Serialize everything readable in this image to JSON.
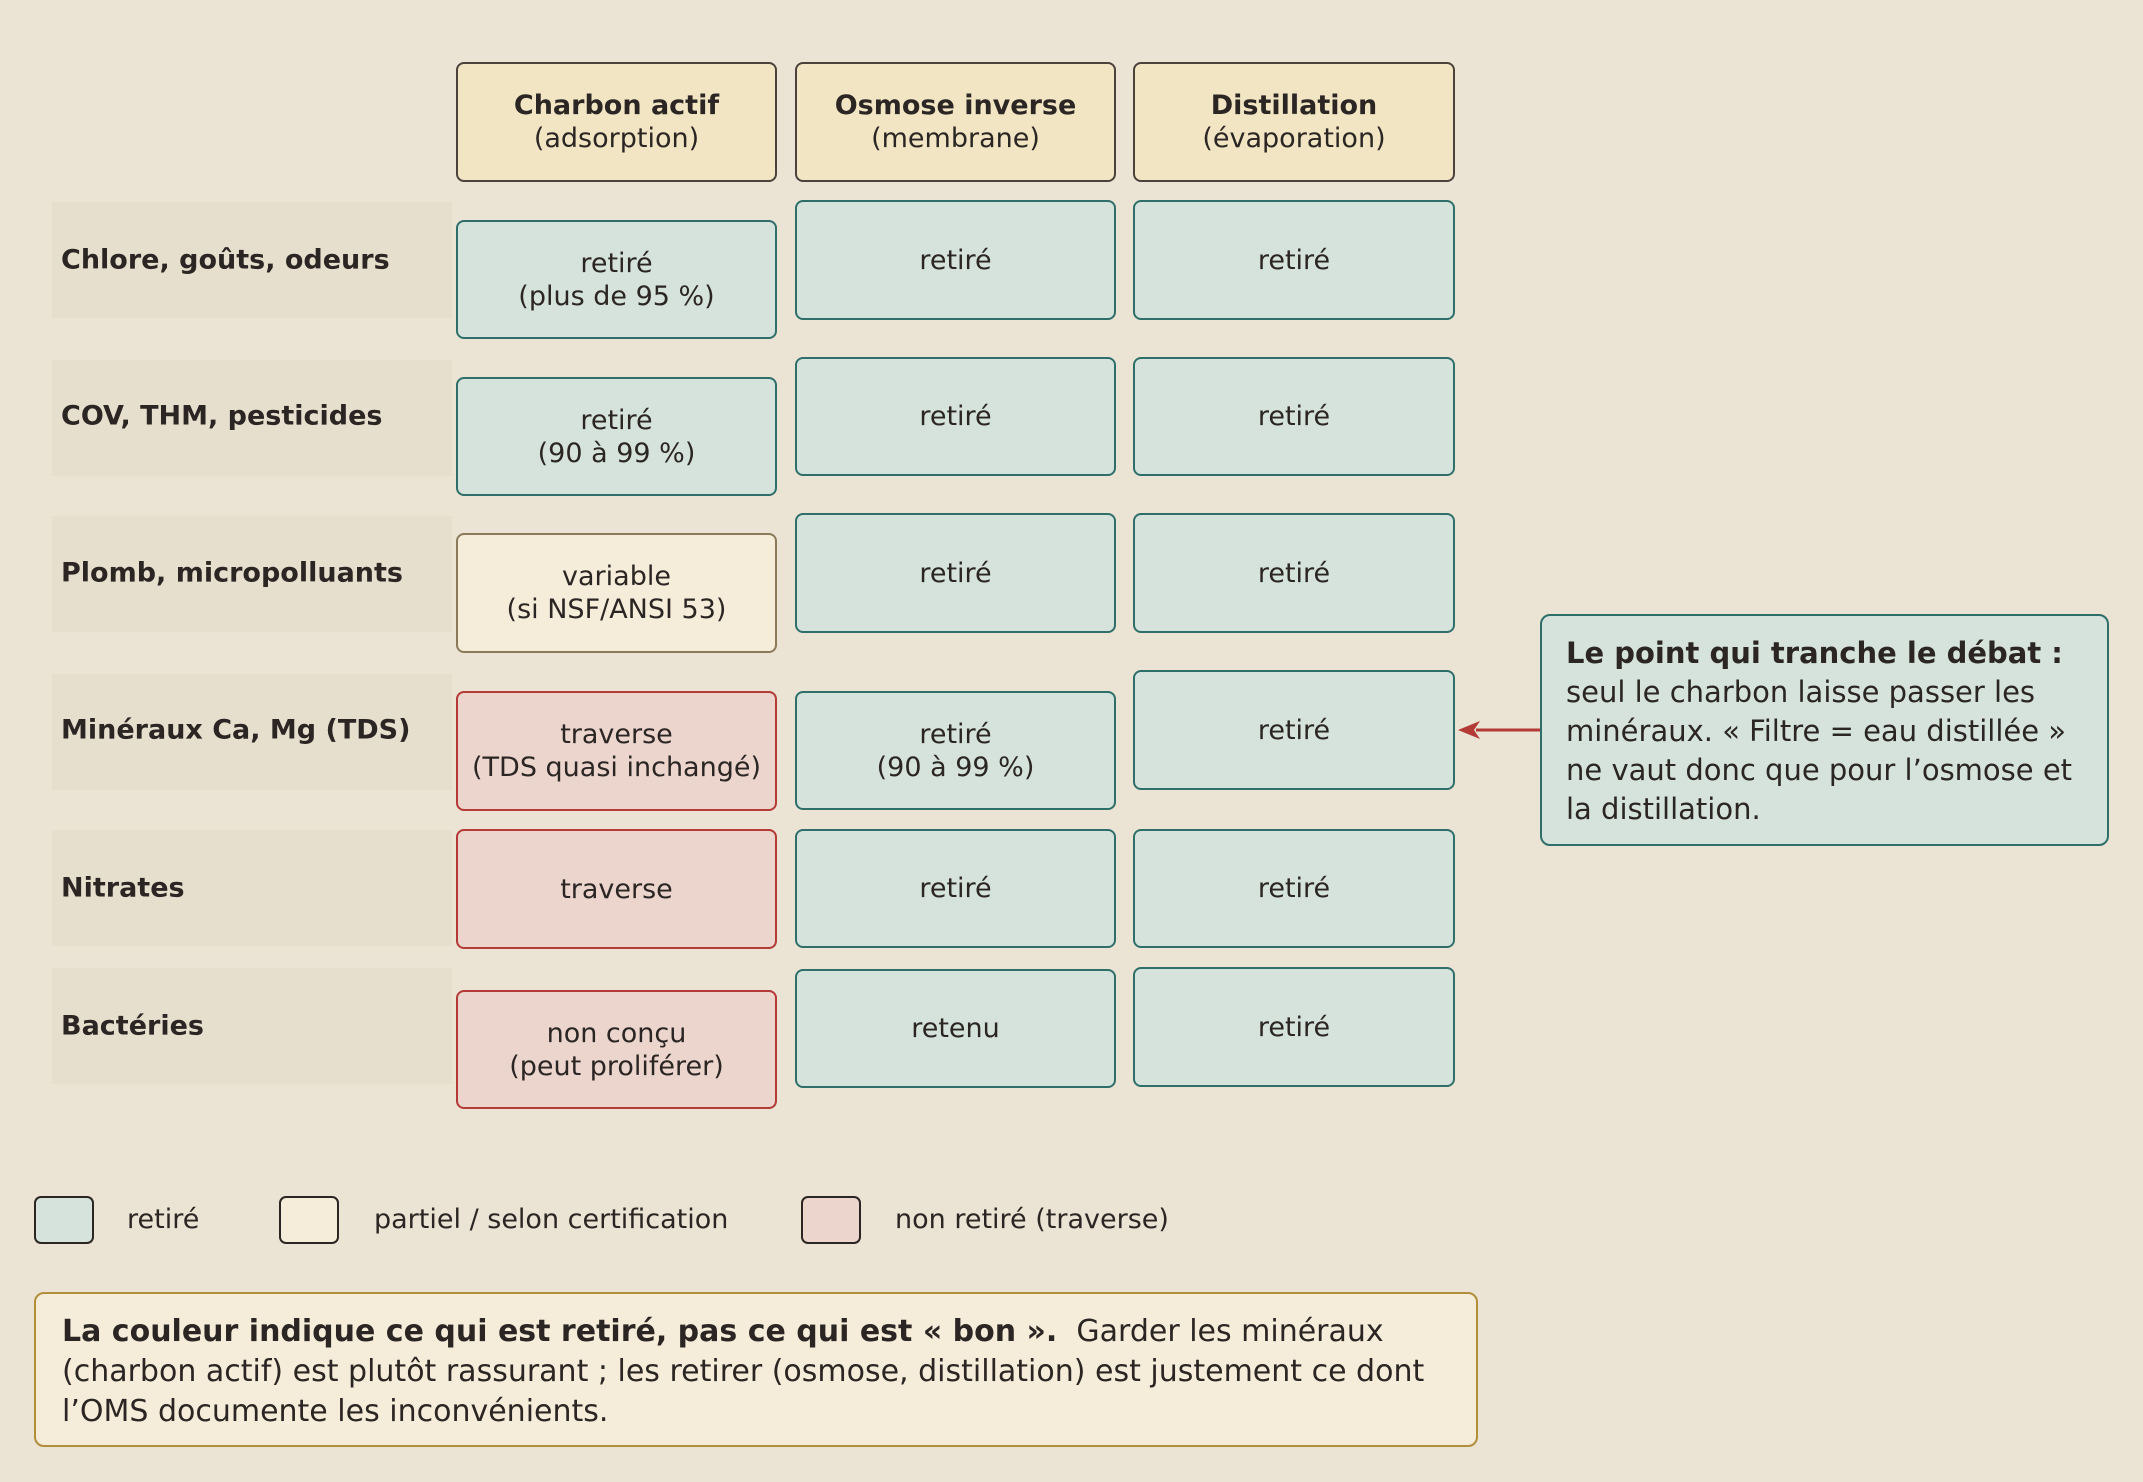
{
  "columns": [
    {
      "name": "Charbon actif",
      "sub": "(adsorption)"
    },
    {
      "name": "Osmose inverse",
      "sub": "(membrane)"
    },
    {
      "name": "Distillation",
      "sub": "(évaporation)"
    }
  ],
  "rows": [
    {
      "label": "Chlore, goûts, odeurs",
      "cells": [
        {
          "status": "removed",
          "line1": "retiré",
          "line2": "(plus de 95 %)"
        },
        {
          "status": "removed",
          "line1": "retiré",
          "line2": ""
        },
        {
          "status": "removed",
          "line1": "retiré",
          "line2": ""
        }
      ]
    },
    {
      "label": "COV, THM, pesticides",
      "cells": [
        {
          "status": "removed",
          "line1": "retiré",
          "line2": "(90 à 99 %)"
        },
        {
          "status": "removed",
          "line1": "retiré",
          "line2": ""
        },
        {
          "status": "removed",
          "line1": "retiré",
          "line2": ""
        }
      ]
    },
    {
      "label": "Plomb, micropolluants",
      "cells": [
        {
          "status": "partial",
          "line1": "variable",
          "line2": "(si NSF/ANSI 53)"
        },
        {
          "status": "removed",
          "line1": "retiré",
          "line2": ""
        },
        {
          "status": "removed",
          "line1": "retiré",
          "line2": ""
        }
      ]
    },
    {
      "label": "Minéraux Ca, Mg (TDS)",
      "cells": [
        {
          "status": "not-removed",
          "line1": "traverse",
          "line2": "(TDS quasi inchangé)"
        },
        {
          "status": "removed",
          "line1": "retiré",
          "line2": "(90 à 99 %)"
        },
        {
          "status": "removed",
          "line1": "retiré",
          "line2": ""
        }
      ]
    },
    {
      "label": "Nitrates",
      "cells": [
        {
          "status": "not-removed",
          "line1": "traverse",
          "line2": ""
        },
        {
          "status": "removed",
          "line1": "retiré",
          "line2": ""
        },
        {
          "status": "removed",
          "line1": "retiré",
          "line2": ""
        }
      ]
    },
    {
      "label": "Bactéries",
      "cells": [
        {
          "status": "not-removed",
          "line1": "non conçu",
          "line2": "(peut proliférer)"
        },
        {
          "status": "removed",
          "line1": "retenu",
          "line2": ""
        },
        {
          "status": "removed",
          "line1": "retiré",
          "line2": ""
        }
      ]
    }
  ],
  "callout": {
    "lead": "Le point qui tranche le débat :",
    "body": "seul le charbon laisse passer les minéraux. « Filtre = eau distillée » ne vaut donc que pour l’osmose et la distillation."
  },
  "legend": [
    {
      "status": "removed",
      "label": "retiré"
    },
    {
      "status": "partial",
      "label": "partiel / selon certification"
    },
    {
      "status": "not-removed",
      "label": "non retiré (traverse)"
    }
  ],
  "note": {
    "strong": "La couleur indique ce qui est retiré, pas ce qui est « bon ».",
    "body": "Garder les minéraux (charbon actif) est plutôt rassurant ; les retirer (osmose, distillation) est justement ce dont l’OMS documente les inconvénients."
  },
  "colors": {
    "removed_fill": "#d5e3dc",
    "removed_border": "#2f6f6a",
    "partial_fill": "#f5ecd9",
    "partial_border": "#8b7a5a",
    "not_removed_fill": "#ebd5cd",
    "not_removed_border": "#b33a36",
    "header_fill": "#f1e5c4",
    "arrow": "#b33a36"
  }
}
